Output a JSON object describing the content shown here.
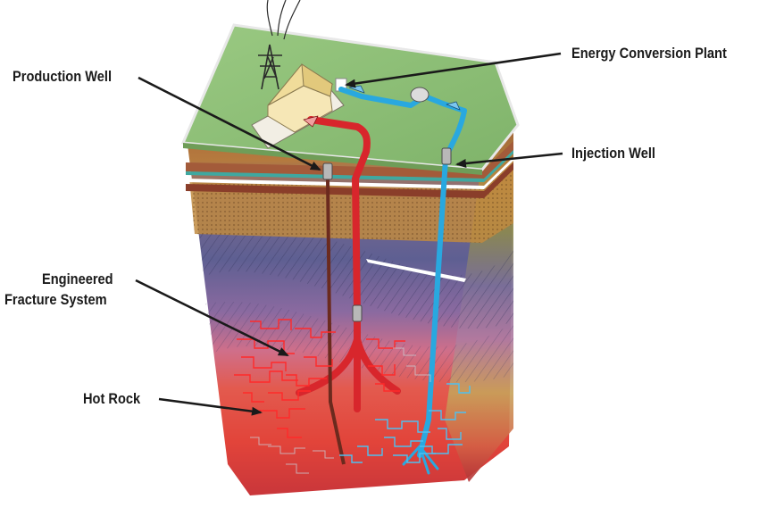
{
  "labels": {
    "production_well": "Production Well",
    "energy_conversion_plant": "Energy Conversion Plant",
    "injection_well": "Injection Well",
    "engineered_line1": "Engineered",
    "engineered_line2": "Fracture System",
    "hot_rock": "Hot Rock"
  },
  "colors": {
    "surface_green": "#8fbf77",
    "surface_edge": "#6e9e5a",
    "hot_pipe": "#d8262c",
    "cold_pipe": "#29a8df",
    "production_pipe": "#6b2a1e",
    "hot_rock": "#e0403a",
    "cool_strata": "#6b6b9e",
    "sand_strata": "#c98a3d",
    "arrow": "#1a1a1a"
  }
}
